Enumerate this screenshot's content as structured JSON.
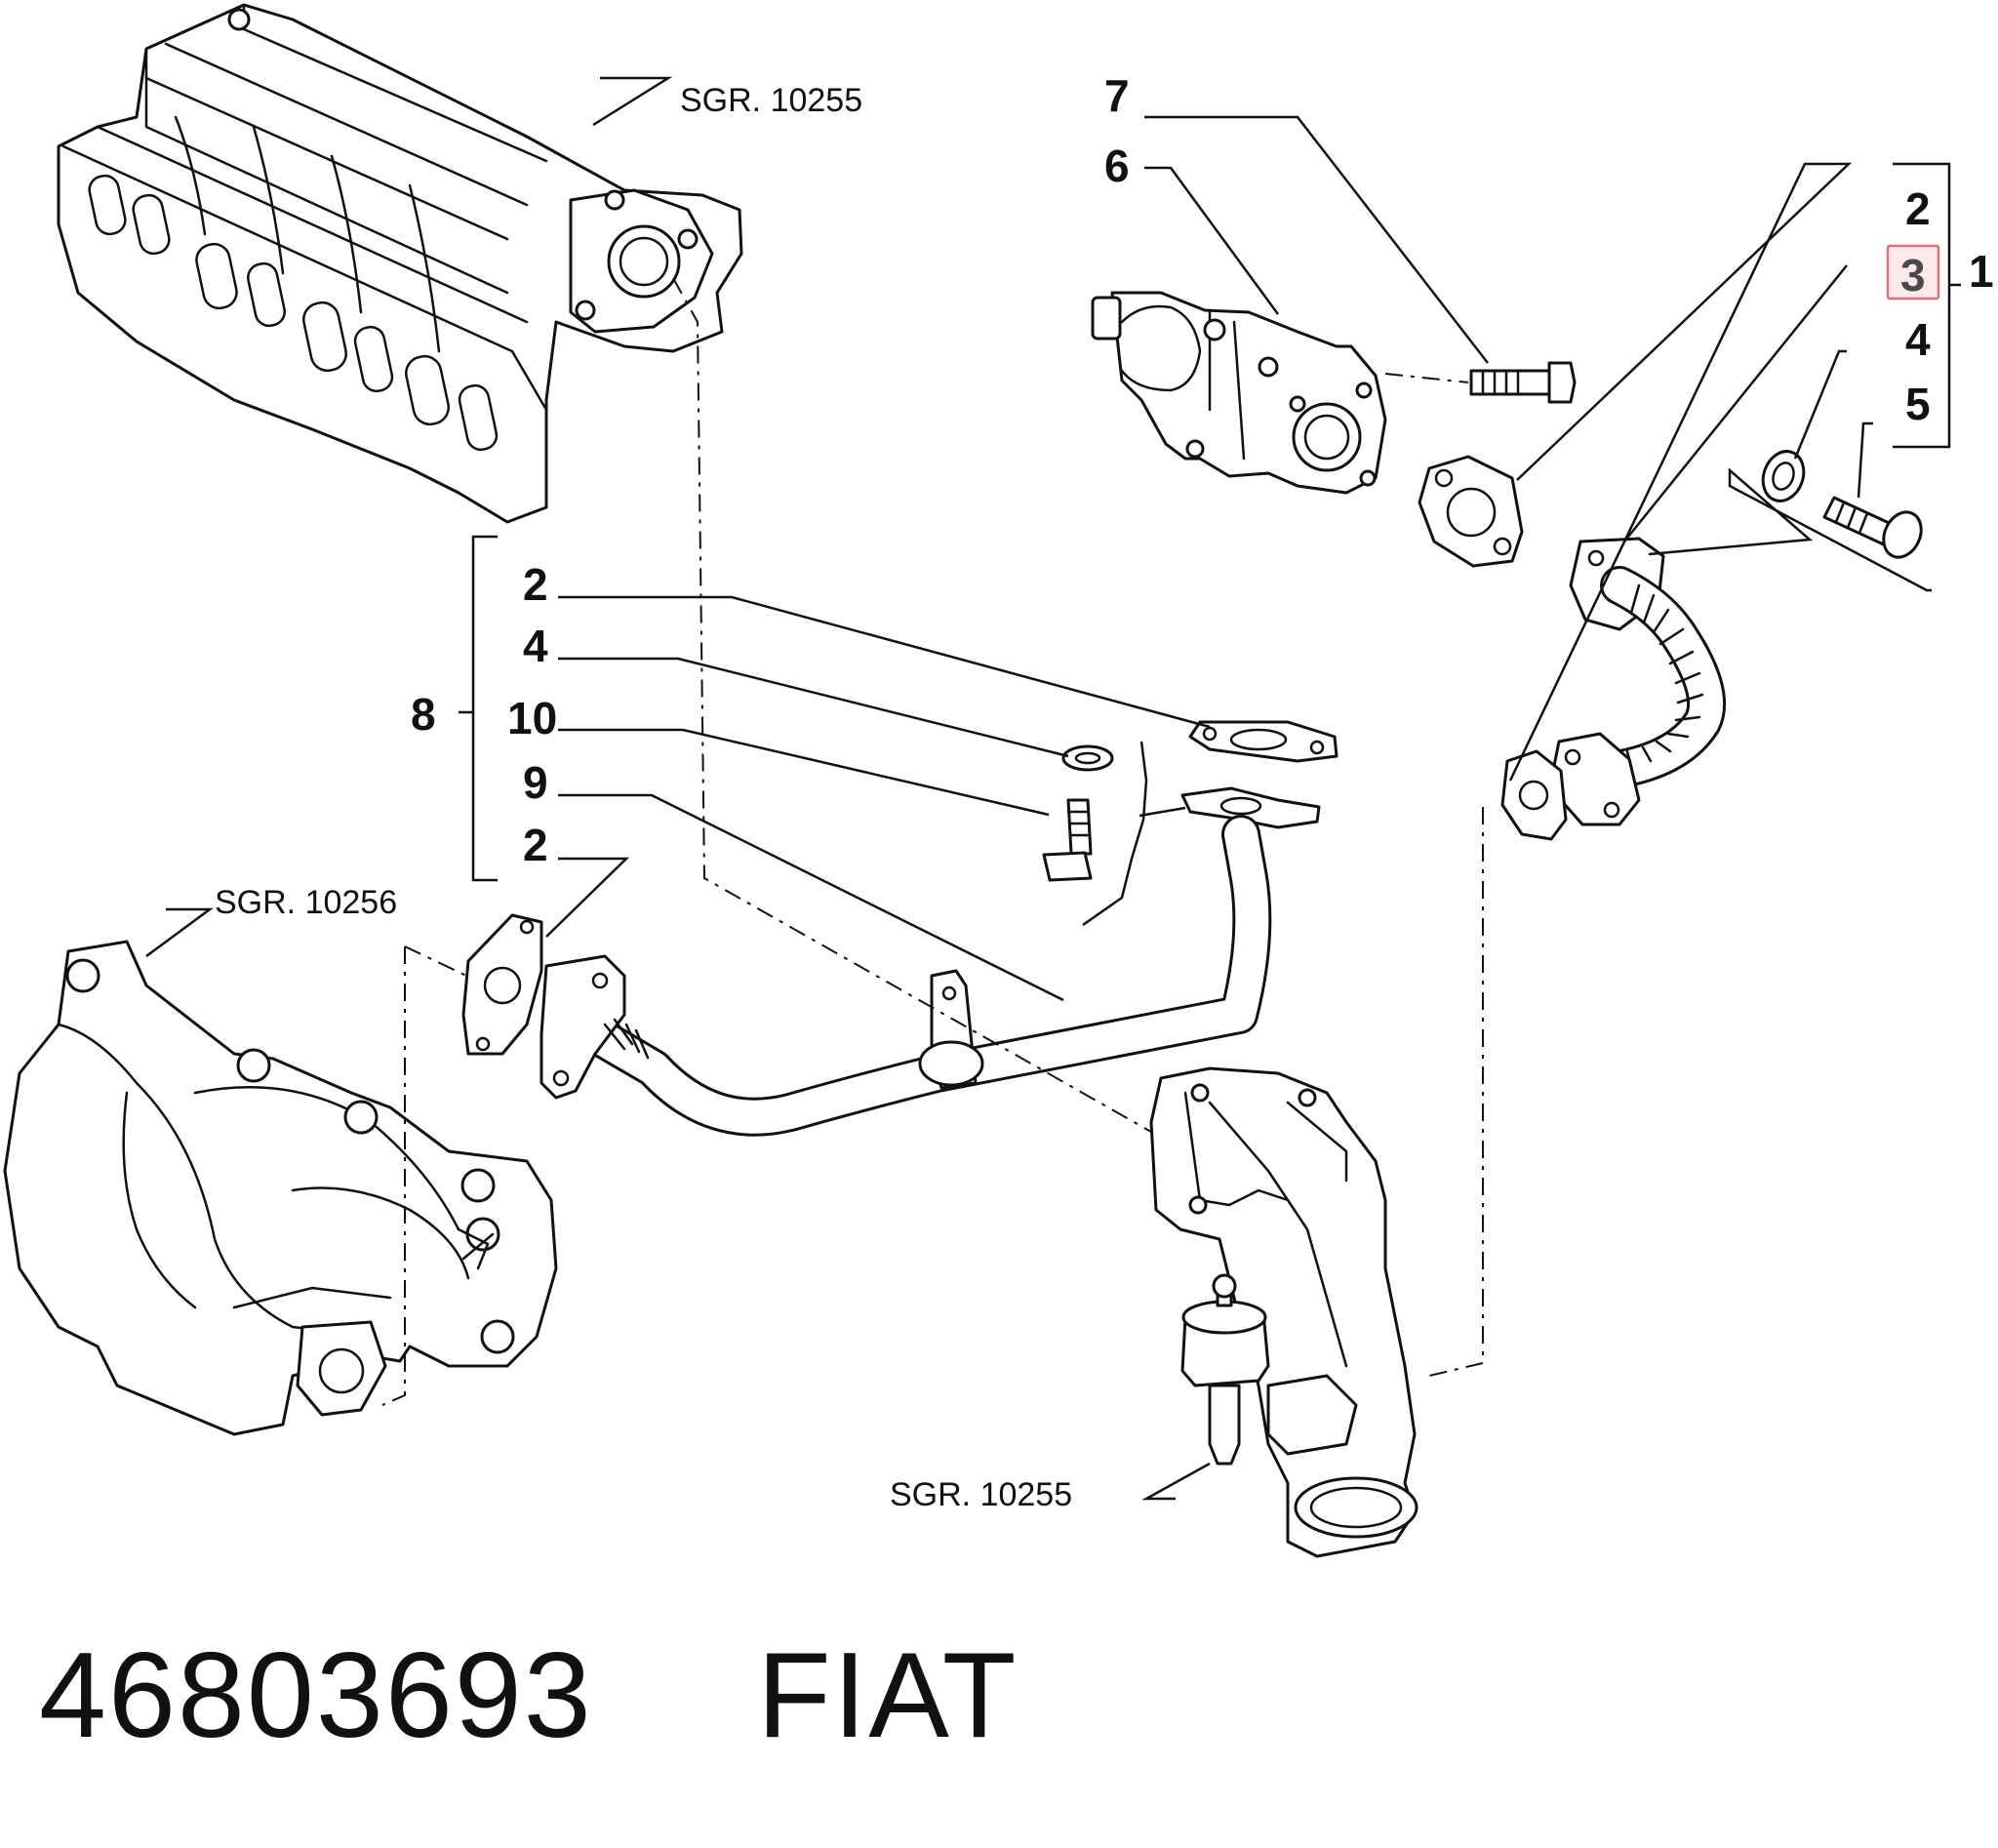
{
  "callouts": {
    "c7": "7",
    "c6": "6",
    "c2_right": "2",
    "c3_right": "3",
    "c1_right": "1",
    "c4_right": "4",
    "c5_right": "5",
    "c2_left_top": "2",
    "c4_left": "4",
    "c8_left": "8",
    "c10_left": "10",
    "c9_left": "9",
    "c2_left_bottom": "2"
  },
  "references": {
    "intake_manifold": "SGR. 10255",
    "exhaust_manifold": "SGR. 10256",
    "bottom_housing": "SGR. 10255"
  },
  "caption": {
    "part_number": "46803693",
    "brand": "FIAT"
  },
  "highlight": {
    "callout": "3",
    "color": "#d9707b",
    "fill": "#fde8ea"
  }
}
